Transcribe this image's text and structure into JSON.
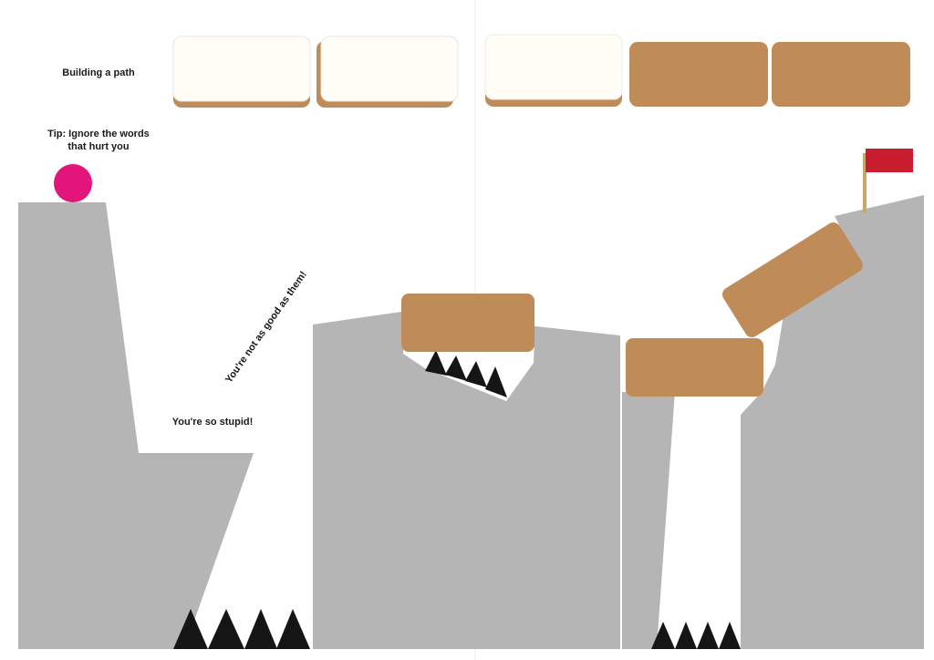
{
  "title": "Building a path",
  "tip": "Tip: Ignore the words that hurt you",
  "taunts": {
    "stupid": "You're so stupid!",
    "not_good": "You're not as good as them!"
  },
  "inventory": {
    "slots": [
      {
        "id": 1,
        "state": "used"
      },
      {
        "id": 2,
        "state": "used"
      },
      {
        "id": 3,
        "state": "used"
      },
      {
        "id": 4,
        "state": "available"
      },
      {
        "id": 5,
        "state": "available"
      }
    ]
  },
  "colors": {
    "terrain": "#b5b5b5",
    "block": "#bf8c59",
    "slot_empty": "#fffdf6",
    "ball": "#e3157a",
    "flag": "#c81d2e",
    "spike": "#151515",
    "pole": "#c9a66b"
  }
}
